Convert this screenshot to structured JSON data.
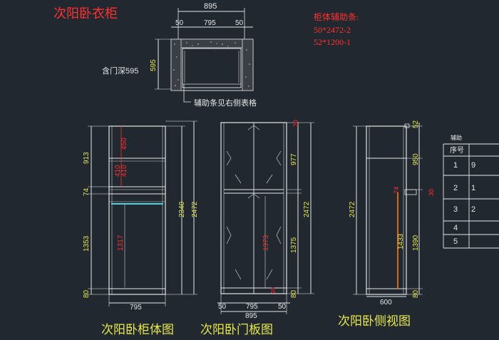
{
  "title": "次阳卧衣柜",
  "plan": {
    "width": "895",
    "side_left": "50",
    "inner": "795",
    "side_right": "50",
    "depth": "595",
    "depth_note": "含门深595",
    "note": "辅助条见右侧表格"
  },
  "aux": {
    "title": "柜体辅助条:",
    "line1": "50*2472-2",
    "line2": "52*1200-1"
  },
  "body_view": {
    "label": "次阳卧柜体图",
    "h_top": "913",
    "h_mid": "74",
    "h_low": "1353",
    "h_base": "80",
    "shelf1": "450",
    "shelf2": "410",
    "shelf3": "410",
    "inner_low": "1317",
    "total_a": "2340",
    "total_b": "2472",
    "width": "795"
  },
  "door_view": {
    "label": "次阳卧门板图",
    "top_gap": "20",
    "h_upper": "977",
    "h_lower": "1375",
    "h_base": "80",
    "inner_low": "1373",
    "small": "20",
    "total": "2472",
    "w_left": "50",
    "w_mid": "795",
    "w_right": "50",
    "w_total": "895"
  },
  "side_view": {
    "label": "次阳卧侧视图",
    "top": "52",
    "upper": "950",
    "mid": "74",
    "lower": "1390",
    "base": "80",
    "inner": "1433",
    "total": "2472",
    "depth": "600",
    "detail": "30"
  },
  "table": {
    "title": "辅助",
    "header": "序号",
    "rows": [
      "1",
      "2",
      "3",
      "4",
      "5"
    ],
    "col2": [
      "9",
      "1",
      "2"
    ]
  }
}
